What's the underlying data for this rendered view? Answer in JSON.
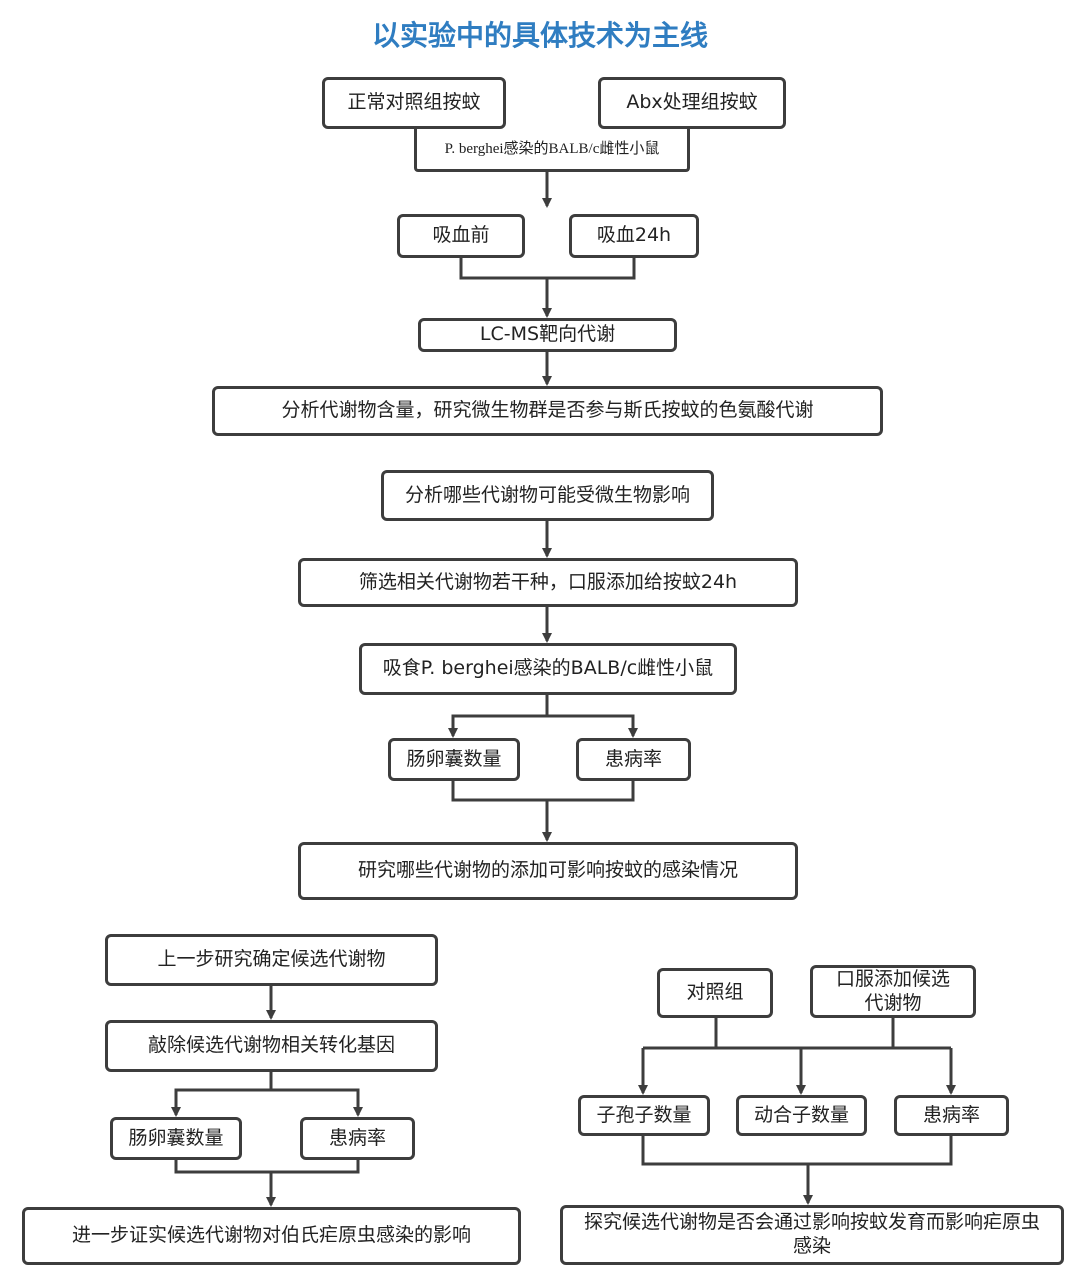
{
  "title": "以实验中的具体技术为主线",
  "colors": {
    "title": "#2f7dc1",
    "stroke": "#3d3d3d"
  },
  "section1": {
    "control_group": "正常对照组按蚊",
    "abx_group": "Abx处理组按蚊",
    "infected_mice": "P. berghei感染的BALB/c雌性小鼠",
    "before_feeding": "吸血前",
    "after_feeding": "吸血24h",
    "lcms": "LC-MS靶向代谢",
    "analysis": "分析代谢物含量，研究微生物群是否参与斯氏按蚊的色氨酸代谢"
  },
  "section2": {
    "analyze": "分析哪些代谢物可能受微生物影响",
    "screen": "筛选相关代谢物若干种，口服添加给按蚊24h",
    "feed": "吸食P. berghei感染的BALB/c雌性小鼠",
    "oocyst": "肠卵囊数量",
    "prevalence": "患病率",
    "conclusion": "研究哪些代谢物的添加可影响按蚊的感染情况"
  },
  "section3": {
    "step1": "上一步研究确定候选代谢物",
    "knockout": "敲除候选代谢物相关转化基因",
    "oocyst": "肠卵囊数量",
    "prevalence": "患病率",
    "conclusion": "进一步证实候选代谢物对伯氏疟原虫感染的影响"
  },
  "section4": {
    "control": "对照组",
    "oral": "口服添加候选代谢物",
    "sporozoite": "子孢子数量",
    "ookinete": "动合子数量",
    "prevalence": "患病率",
    "conclusion": "探究候选代谢物是否会通过影响按蚊发育而影响疟原虫感染"
  }
}
